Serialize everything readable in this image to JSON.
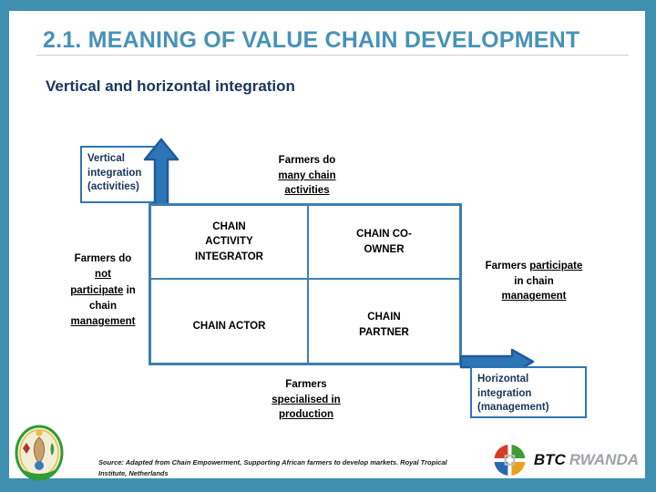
{
  "colors": {
    "frame_teal": "#3E8FB0",
    "title_blue": "#4792B8",
    "navy": "#17365D",
    "diagram_blue": "#2E75B6",
    "arrow_outline": "#1F5B99",
    "btc_gray": "#9EA3A8"
  },
  "header": {
    "title": "2.1. MEANING OF VALUE CHAIN DEVELOPMENT",
    "subtitle": "Vertical and horizontal integration"
  },
  "diagram": {
    "vertical_axis_label": "Vertical integration (activities)",
    "horizontal_axis_label": "Horizontal integration (management)",
    "top_label": {
      "line1": "Farmers do",
      "line2": "many chain",
      "line3": "activities"
    },
    "left_label": {
      "line1": "Farmers do",
      "line2": "not",
      "line3a": "participate",
      "line3b": "in",
      "line4": "chain",
      "line5": "management"
    },
    "right_label": {
      "line1a": "Farmers",
      "line1b": "participate",
      "line2": "in chain",
      "line3": "management"
    },
    "bottom_label": {
      "line1": "Farmers",
      "line2": "specialised in",
      "line3": "production"
    },
    "matrix": {
      "top_left": "CHAIN ACTIVITY INTEGRATOR",
      "top_right": "CHAIN CO-OWNER",
      "bottom_left": "CHAIN ACTOR",
      "bottom_right": "CHAIN PARTNER"
    }
  },
  "footer": {
    "source": "Source: Adapted from Chain Empowerment, Supporting African farmers to develop markets. Royal Tropical Institute, Netherlands",
    "btc_logo": {
      "name": "BTC",
      "region": "RWANDA"
    }
  }
}
